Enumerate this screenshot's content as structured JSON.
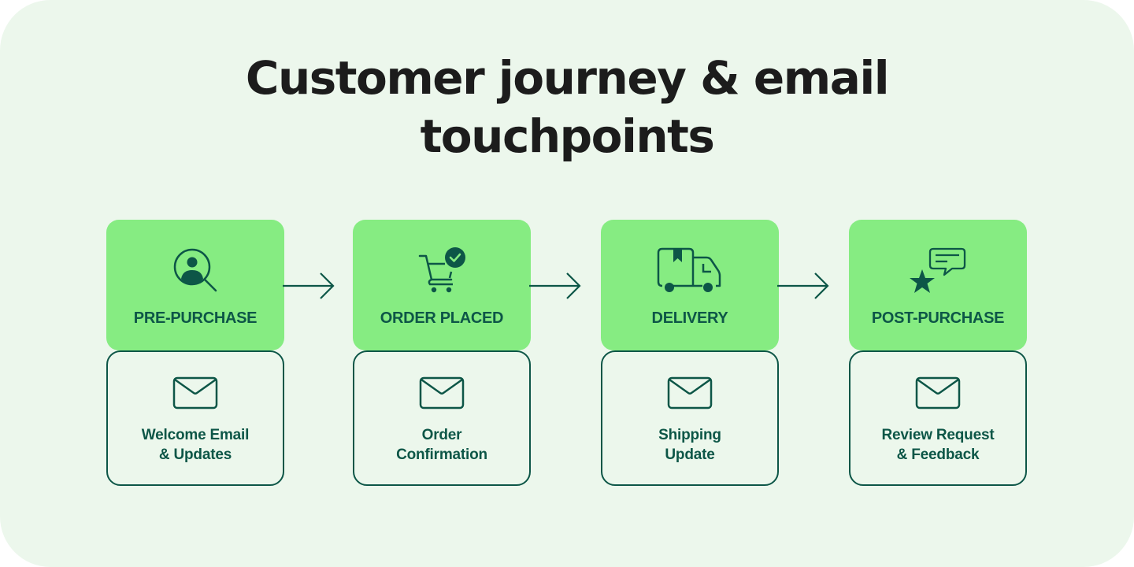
{
  "title": {
    "line1": "Customer journey & email",
    "line2": "touchpoints"
  },
  "colors": {
    "background": "#ecf7ec",
    "stage_fill": "#86ec82",
    "accent_dark": "#0d5647",
    "title_text": "#1c1c1c"
  },
  "stages": [
    {
      "label": "PRE-PURCHASE",
      "icon": "user-search-icon",
      "email_line1": "Welcome Email",
      "email_line2": "& Updates",
      "email_icon": "mail-icon"
    },
    {
      "label": "ORDER PLACED",
      "icon": "cart-check-icon",
      "email_line1": "Order",
      "email_line2": "Confirmation",
      "email_icon": "mail-icon"
    },
    {
      "label": "DELIVERY",
      "icon": "delivery-truck-icon",
      "email_line1": "Shipping",
      "email_line2": "Update",
      "email_icon": "mail-icon"
    },
    {
      "label": "POST-PURCHASE",
      "icon": "star-review-icon",
      "email_line1": "Review Request",
      "email_line2": "& Feedback",
      "email_icon": "mail-icon"
    }
  ],
  "connectors": [
    "arrow-right-icon",
    "arrow-right-icon",
    "arrow-right-icon"
  ]
}
